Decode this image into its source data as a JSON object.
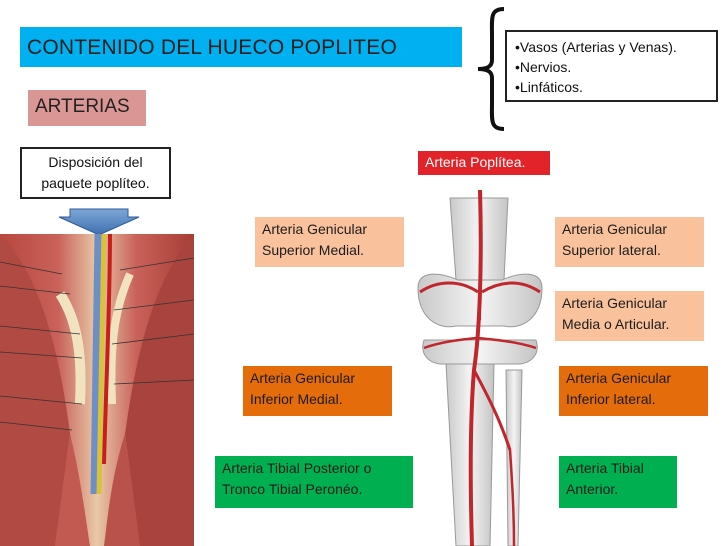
{
  "header": {
    "title": "CONTENIDO DEL HUECO POPLITEO"
  },
  "contents_list": {
    "items": [
      "•Vasos (Arterias y Venas).",
      "•Nervios.",
      "•Linfáticos."
    ]
  },
  "section_label": "ARTERIAS",
  "disposition": {
    "line1": "Disposición del",
    "line2": "paquete poplíteo."
  },
  "arteries": {
    "poplitea": "Arteria Poplítea.",
    "sup_medial": {
      "line1": "Arteria Genicular",
      "line2": "Superior Medial."
    },
    "sup_lateral": {
      "line1": "Arteria Genicular",
      "line2": "Superior lateral."
    },
    "media": {
      "line1": "Arteria Genicular",
      "line2": "Media o Articular."
    },
    "inf_medial": {
      "line1": "Arteria Genicular",
      "line2": "Inferior Medial."
    },
    "inf_lateral": {
      "line1": "Arteria Genicular",
      "line2": "Inferior lateral."
    },
    "tibial_post": {
      "line1": "Arteria Tibial Posterior o",
      "line2": "Tronco Tibial Peronéo."
    },
    "tibial_ant": {
      "line1": "Arteria Tibial",
      "line2": "Anterior."
    }
  },
  "colors": {
    "title_bg": "#00b0f0",
    "arterias_bg": "#d99694",
    "poplitea_bg": "#e3232a",
    "superior_bg": "#f9c29d",
    "inferior_bg": "#e46c0a",
    "tibial_bg": "#00b050",
    "arrow": "#4f81bd"
  },
  "icons": {
    "brace": "left-curly-brace",
    "arrow": "down-arrow",
    "muscle_illustration": "popliteal-fossa-muscles",
    "knee_illustration": "knee-arteries"
  }
}
